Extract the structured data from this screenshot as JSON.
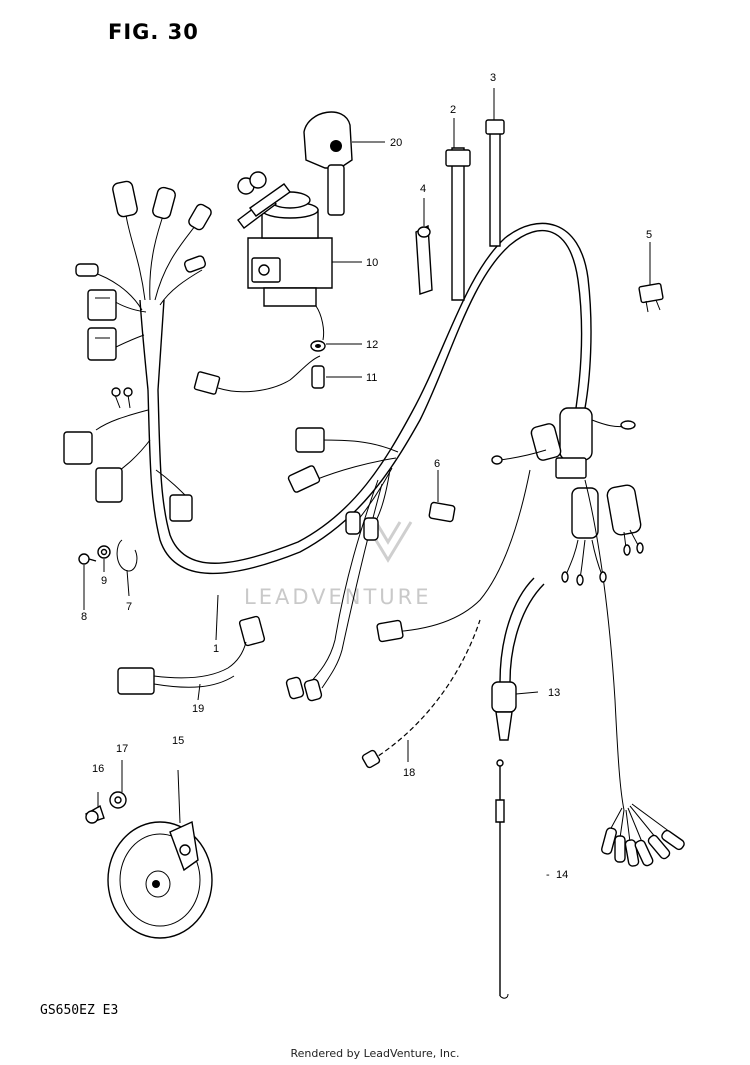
{
  "figure": {
    "title": "FIG. 30",
    "model_code": "GS650EZ  E3"
  },
  "watermark": "LEADVENTURE",
  "footer": "Rendered by LeadVenture, Inc.",
  "callouts": [
    {
      "id": "c1",
      "text": "1"
    },
    {
      "id": "c2",
      "text": "2"
    },
    {
      "id": "c3",
      "text": "3"
    },
    {
      "id": "c4",
      "text": "4"
    },
    {
      "id": "c5",
      "text": "5"
    },
    {
      "id": "c6",
      "text": "6"
    },
    {
      "id": "c7",
      "text": "7"
    },
    {
      "id": "c8",
      "text": "8"
    },
    {
      "id": "c9",
      "text": "9"
    },
    {
      "id": "c10",
      "text": "10"
    },
    {
      "id": "c11",
      "text": "11"
    },
    {
      "id": "c12",
      "text": "12"
    },
    {
      "id": "c13",
      "text": "13"
    },
    {
      "id": "c14",
      "text": "14"
    },
    {
      "id": "c15",
      "text": "15"
    },
    {
      "id": "c16",
      "text": "16"
    },
    {
      "id": "c17",
      "text": "17"
    },
    {
      "id": "c18",
      "text": "18"
    },
    {
      "id": "c19",
      "text": "19"
    },
    {
      "id": "c20",
      "text": "20"
    }
  ]
}
